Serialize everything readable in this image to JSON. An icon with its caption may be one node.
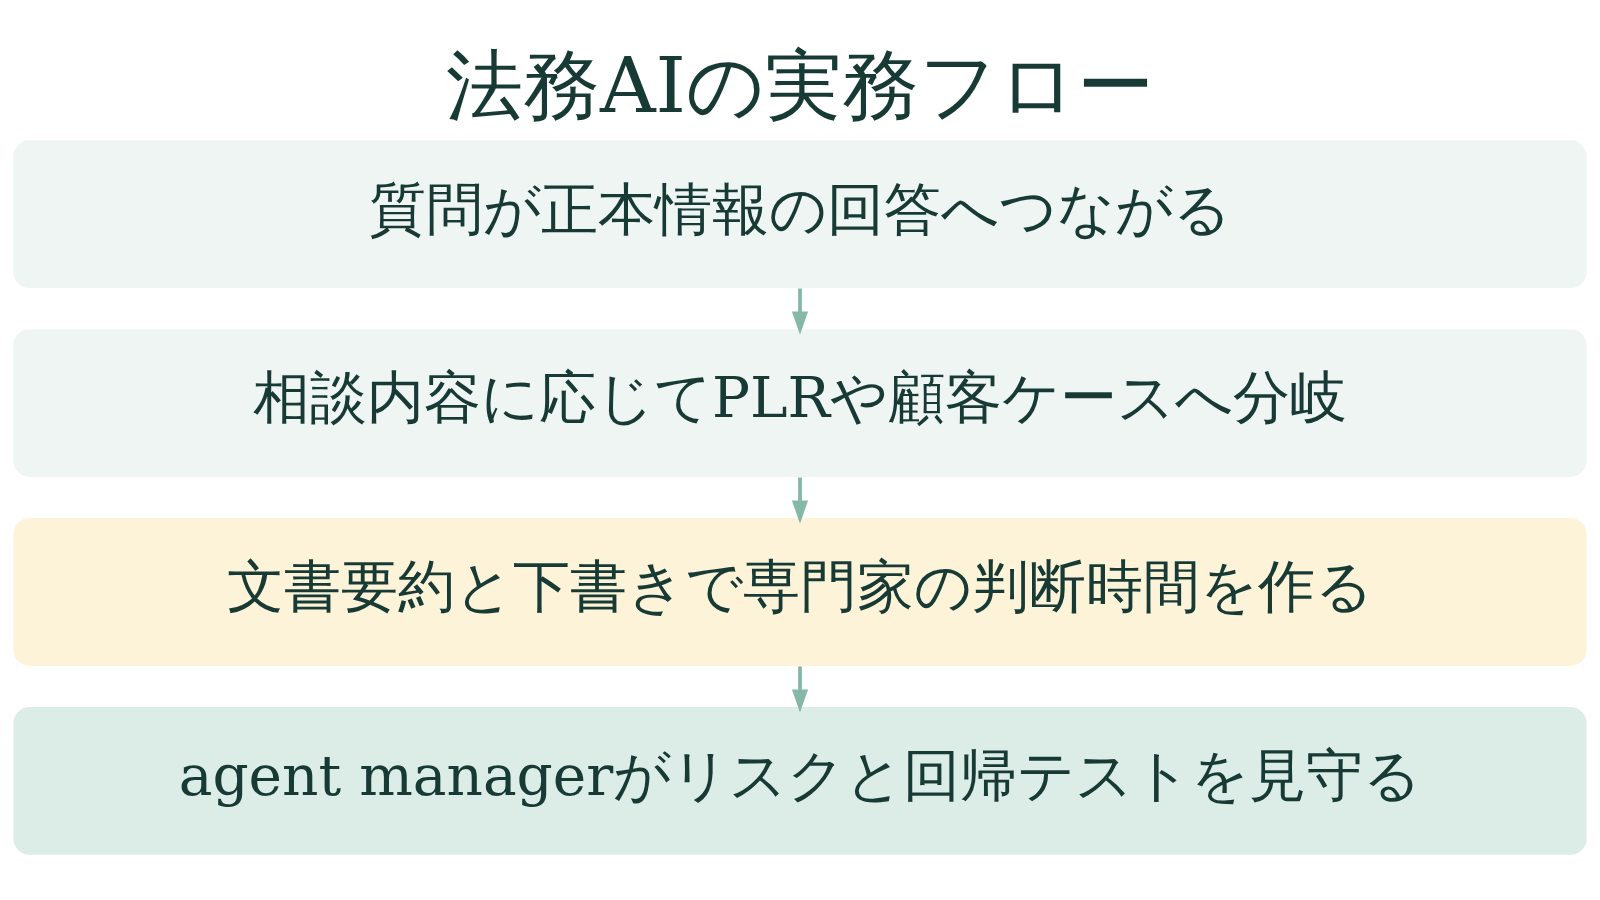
{
  "diagram": {
    "title": "法務AIの実務フロー",
    "nodes": [
      {
        "text": [
          "質問が正本情報の回答へつながる"
        ]
      },
      {
        "text": [
          "相談内容に応じてPLRや顧客ケースへ分岐"
        ]
      },
      {
        "text": [
          "文書要約と下書きで専門家の判断時間を作る"
        ]
      },
      {
        "text": [
          "agent managerがリスクと回帰テストを見守る"
        ]
      }
    ],
    "edges": [
      {
        "from": 0,
        "to": 1,
        "arrow": "to"
      },
      {
        "from": 1,
        "to": 2,
        "arrow": "to"
      },
      {
        "from": 2,
        "to": 3,
        "arrow": "to"
      }
    ]
  }
}
